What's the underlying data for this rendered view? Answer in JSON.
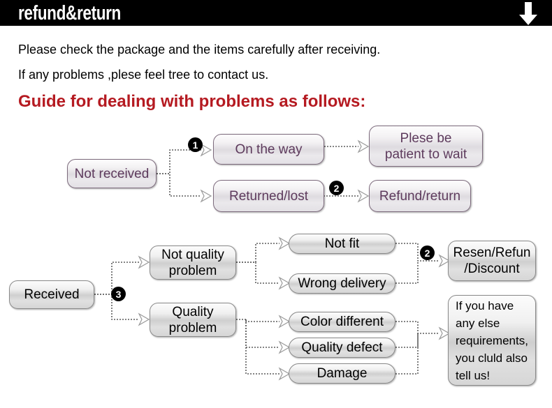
{
  "header": {
    "title": "refund&return",
    "arrow_icon": "arrow-down-icon",
    "background": "#000000",
    "text_color": "#ffffff"
  },
  "intro": {
    "line1": "Please check the package and the items carefully after receiving.",
    "line2": "If any problems ,plese feel tree to contact us.",
    "guide_heading": "Guide for dealing with problems as follows:",
    "guide_color": "#b51a21"
  },
  "diagram_upper": {
    "accent_text_color": "#5d3a5c",
    "boxes": [
      {
        "id": "not-received",
        "label": "Not received"
      },
      {
        "id": "on-the-way",
        "label": "On the way"
      },
      {
        "id": "returned-lost",
        "label": "Returned/lost"
      },
      {
        "id": "plese-be-patient",
        "label": "Plese be\npatient to wait"
      },
      {
        "id": "refund-return",
        "label": "Refund/return"
      }
    ],
    "badges": [
      {
        "id": "badge-1",
        "label": "1"
      },
      {
        "id": "badge-2",
        "label": "2"
      }
    ]
  },
  "diagram_lower": {
    "text_color": "#000000",
    "boxes": [
      {
        "id": "received",
        "label": "Received"
      },
      {
        "id": "not-quality",
        "label": "Not quality\nproblem"
      },
      {
        "id": "quality-problem",
        "label": "Quality\nproblem"
      },
      {
        "id": "not-fit",
        "label": "Not fit"
      },
      {
        "id": "wrong-delivery",
        "label": "Wrong delivery"
      },
      {
        "id": "color-different",
        "label": "Color different"
      },
      {
        "id": "quality-defect",
        "label": "Quality defect"
      },
      {
        "id": "damage",
        "label": "Damage"
      },
      {
        "id": "resend-refund",
        "label": "Resen/Refun\n/Discount"
      },
      {
        "id": "any-else",
        "label": "If you have\nany else\nrequirements,\nyou cluld also\ntell us!"
      }
    ],
    "badges": [
      {
        "id": "badge-2b",
        "label": "2"
      },
      {
        "id": "badge-3",
        "label": "3"
      }
    ]
  }
}
